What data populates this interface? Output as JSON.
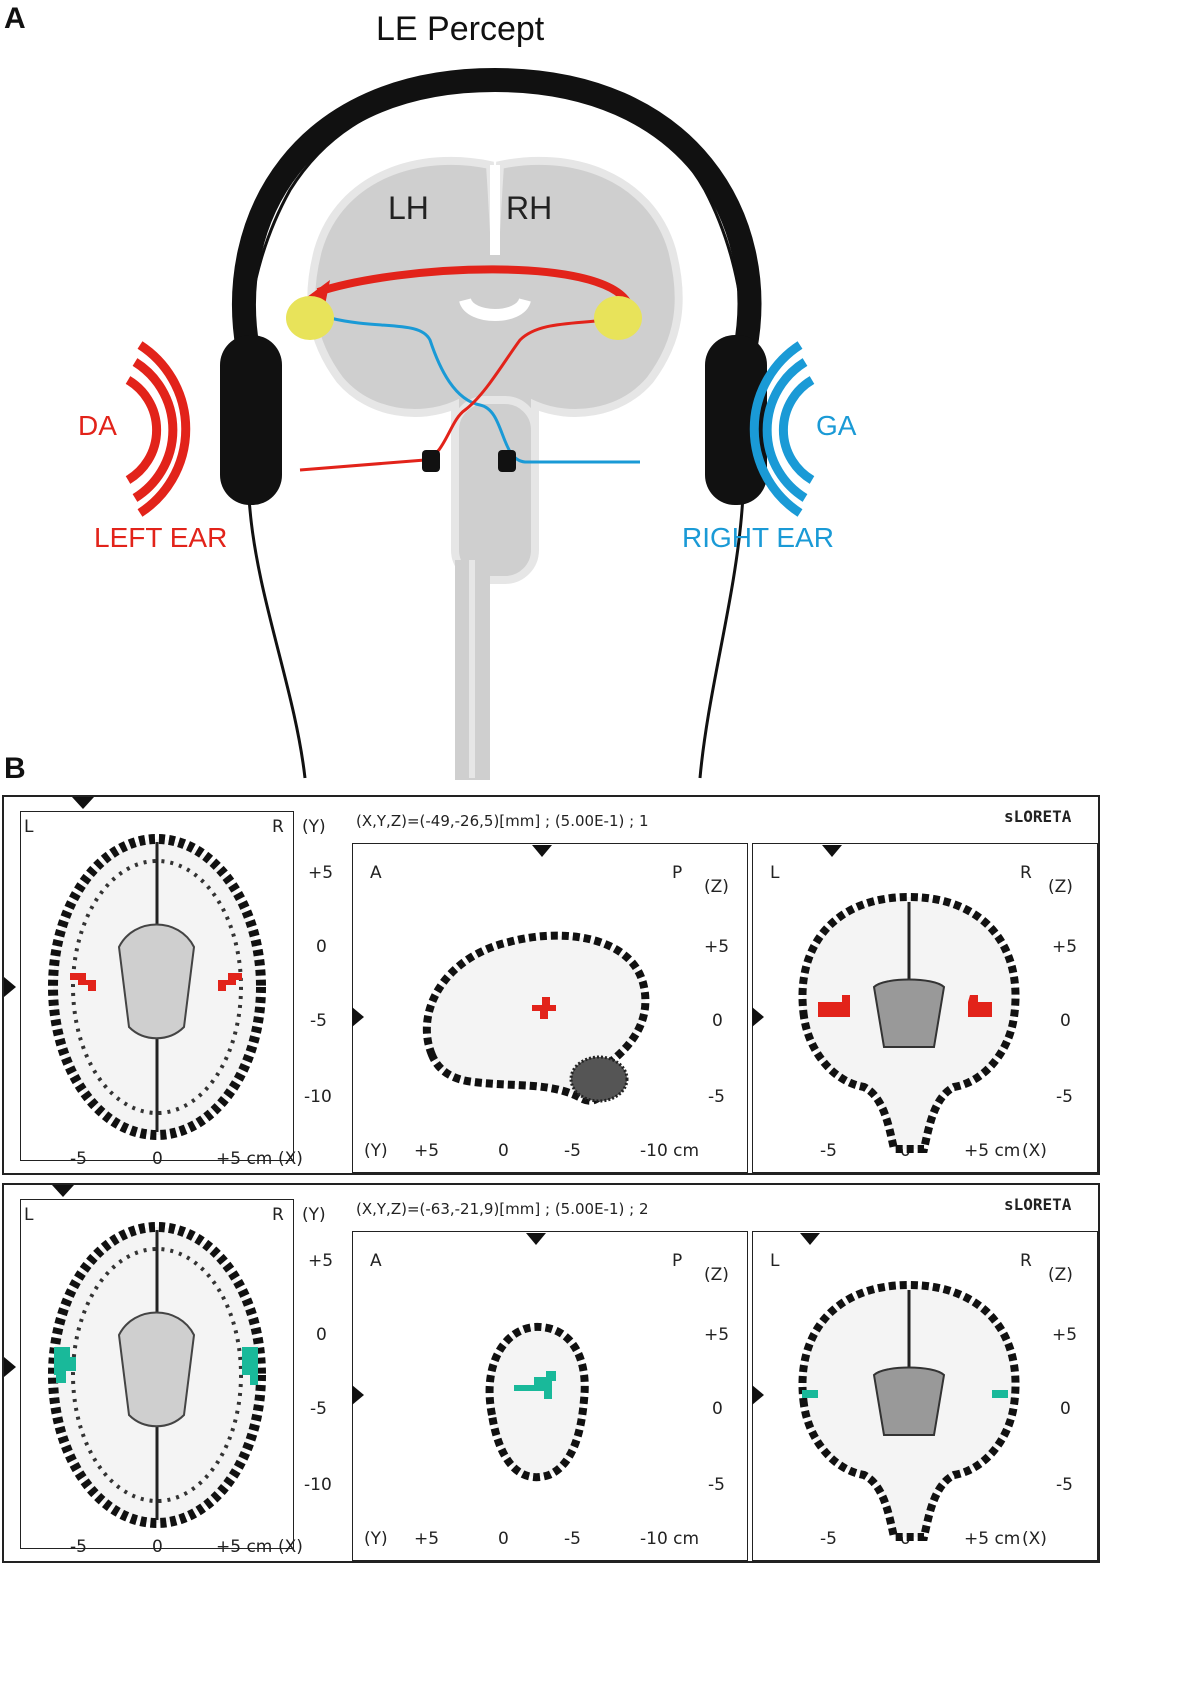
{
  "panel_a": {
    "letter": "A",
    "title": "LE Percept",
    "lh": "LH",
    "rh": "RH",
    "left_syllable": "DA",
    "right_syllable": "GA",
    "left_ear": "LEFT EAR",
    "right_ear": "RIGHT EAR",
    "colors": {
      "left": "#e2231a",
      "right": "#1a9ad6",
      "node": "#e8e35a",
      "brain": "#cfcfcf"
    }
  },
  "panel_b": {
    "letter": "B",
    "software": "sLORETA",
    "rows": [
      {
        "coord_text": "(X,Y,Z)=(-49,-26,5)[mm] ; (5.00E-1) ; 1",
        "software": "sLORETA",
        "highlight": "#e2231a",
        "axial": {
          "corner_l": "L",
          "corner_r": "R",
          "axis_label": "(Y)",
          "ticks_y": [
            "+5",
            "0",
            "-5",
            "-10"
          ],
          "ticks_x": [
            "-5",
            "0",
            "+5 cm",
            "(X)"
          ]
        },
        "sagittal": {
          "corner_l": "A",
          "corner_r": "P",
          "axis_label": "(Z)",
          "ticks_y": [
            "+5",
            "0",
            "-5"
          ],
          "ticks_x": [
            "(Y)",
            "+5",
            "0",
            "-5",
            "-10 cm"
          ]
        },
        "coronal": {
          "corner_l": "L",
          "corner_r": "R",
          "axis_label": "(Z)",
          "ticks_y": [
            "+5",
            "0",
            "-5"
          ],
          "ticks_x": [
            "-5",
            "0",
            "+5 cm",
            "(X)"
          ]
        }
      },
      {
        "coord_text": "(X,Y,Z)=(-63,-21,9)[mm] ; (5.00E-1) ; 2",
        "software": "sLORETA",
        "highlight": "#19b99a",
        "axial": {
          "corner_l": "L",
          "corner_r": "R",
          "axis_label": "(Y)",
          "ticks_y": [
            "+5",
            "0",
            "-5",
            "-10"
          ],
          "ticks_x": [
            "-5",
            "0",
            "+5 cm",
            "(X)"
          ]
        },
        "sagittal": {
          "corner_l": "A",
          "corner_r": "P",
          "axis_label": "(Z)",
          "ticks_y": [
            "+5",
            "0",
            "-5"
          ],
          "ticks_x": [
            "(Y)",
            "+5",
            "0",
            "-5",
            "-10 cm"
          ]
        },
        "coronal": {
          "corner_l": "L",
          "corner_r": "R",
          "axis_label": "(Z)",
          "ticks_y": [
            "+5",
            "0",
            "-5"
          ],
          "ticks_x": [
            "-5",
            "0",
            "+5 cm",
            "(X)"
          ]
        }
      }
    ]
  }
}
